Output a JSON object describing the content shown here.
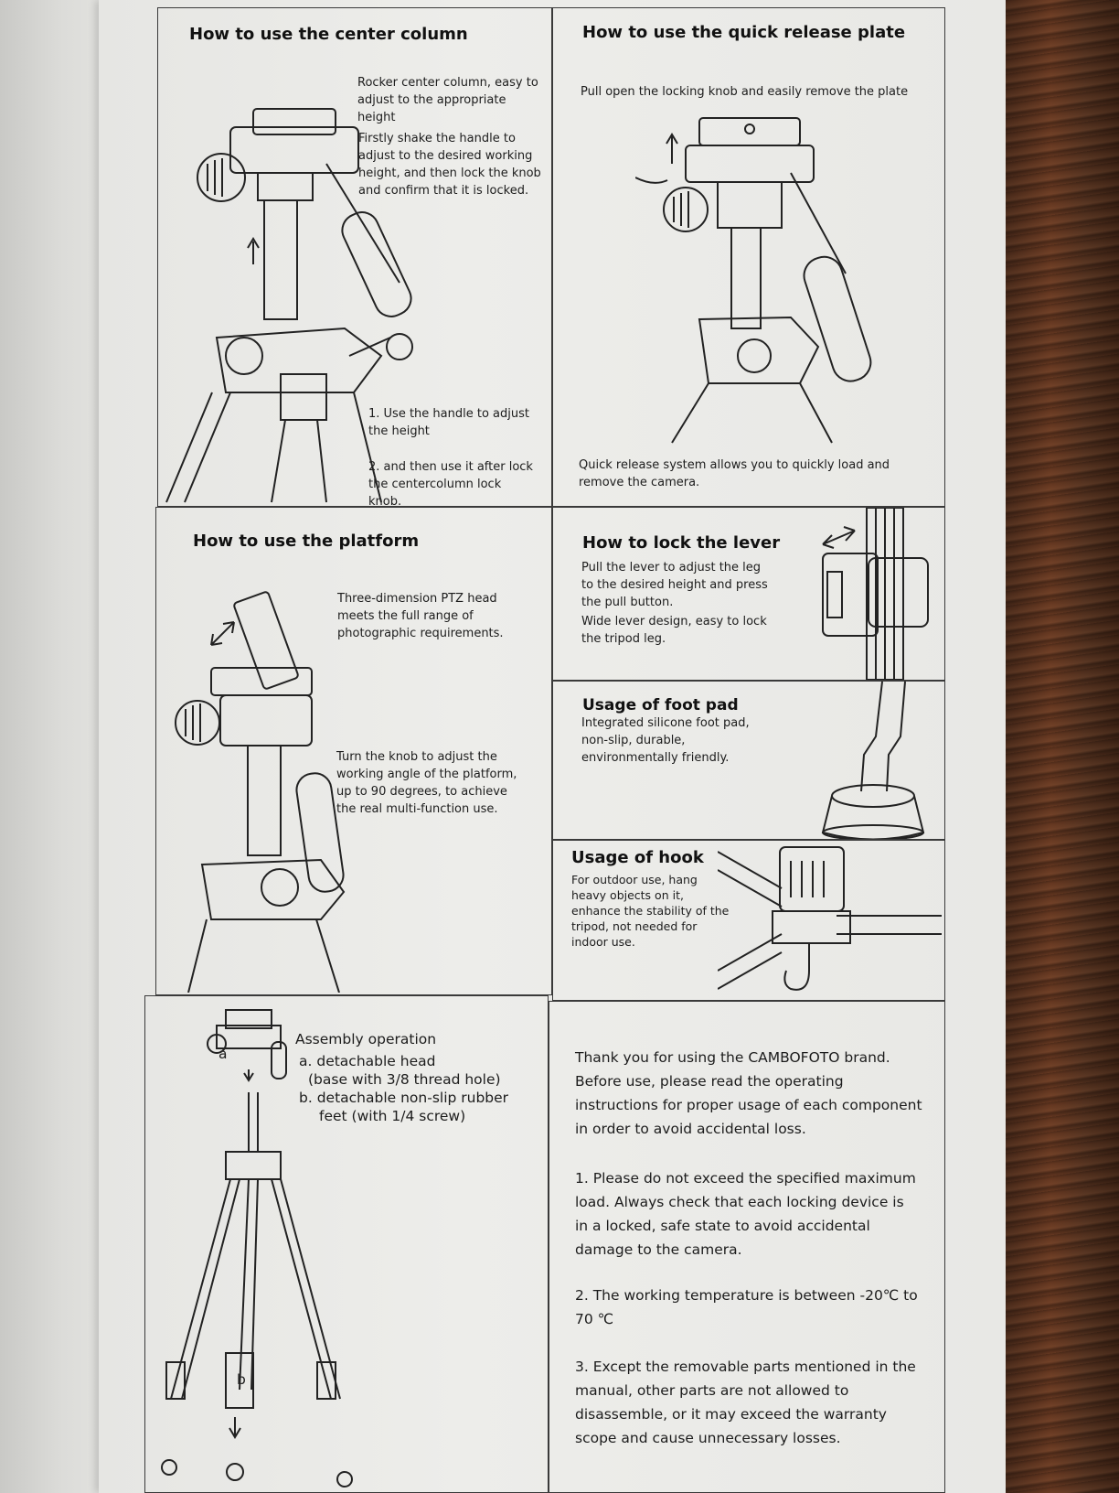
{
  "center_column": {
    "title": "How to use the center column",
    "desc1": "Rocker center column, easy to adjust to the appropriate height",
    "desc2": "Firstly shake the handle to adjust to the desired working height, and then lock the knob and confirm that it is locked.",
    "step1": "1. Use the handle to adjust the height",
    "step2": "2. and then use it after lock the centercolumn lock knob."
  },
  "quick_release": {
    "title": "How to use the quick release plate",
    "desc1": "Pull open the locking knob and easily remove the plate",
    "desc2": "Quick release system allows you to quickly load and remove the camera."
  },
  "platform": {
    "title": "How to use the platform",
    "desc1": "Three-dimension PTZ head meets the full range of photographic requirements.",
    "desc2": "Turn the knob to adjust the working angle of the platform, up to 90 degrees, to achieve the real multi-function use."
  },
  "lever": {
    "title": "How to lock the lever",
    "desc1": "Pull the lever to adjust the leg to the desired height and press the pull button.",
    "desc2": "Wide lever design, easy to lock the tripod leg."
  },
  "foot_pad": {
    "title": "Usage of foot pad",
    "desc": "Integrated silicone foot pad, non-slip, durable, environmentally friendly."
  },
  "hook": {
    "title": "Usage of hook",
    "desc": "For outdoor use, hang heavy objects on it, enhance the stability of the tripod, not needed for indoor use."
  },
  "assembly": {
    "label_a": "a",
    "label_b": "b",
    "title": "Assembly operation",
    "item_a": "a. detachable head",
    "item_a2": "(base with 3/8 thread hole)",
    "item_b": "b. detachable non-slip rubber",
    "item_b2": "feet (with 1/4 screw)"
  },
  "notes": {
    "intro": "Thank you for using the CAMBOFOTO brand. Before use, please read the operating instructions for proper usage of each component in order to avoid accidental loss.",
    "item1": "1. Please do not exceed the specified maximum load. Always check that each locking device is in a locked, safe state to avoid accidental damage to the camera.",
    "item2": "2. The working temperature is between -20℃ to 70 ℃",
    "item3": "3. Except the removable parts mentioned in the manual, other parts are not allowed to disassemble, or it may exceed the warranty scope and cause unnecessary losses."
  }
}
